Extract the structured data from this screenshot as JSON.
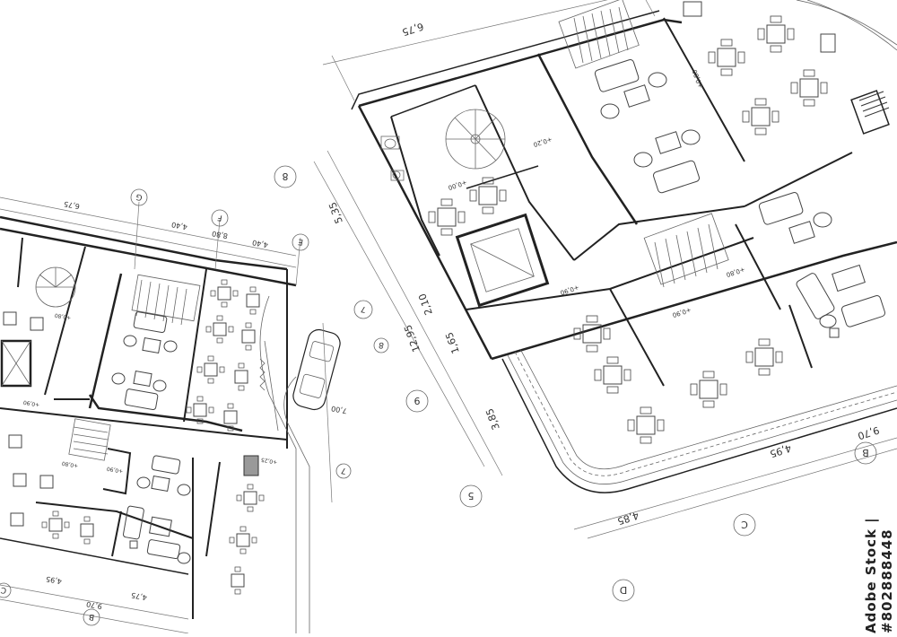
{
  "plan_right": {
    "dimensions": [
      "6,75",
      "5,35",
      "2,10",
      "12,95",
      "1,65",
      "3,85",
      "4,95",
      "4,85",
      "9,70"
    ],
    "grid_labels": [
      "8",
      "9",
      "5",
      "B",
      "C",
      "D"
    ],
    "levels": [
      "+0,00",
      "+0,20",
      "+0,80",
      "+0,90",
      "+0,80",
      "+0,90"
    ]
  },
  "plan_left": {
    "dimensions": [
      "6,75",
      "4,40",
      "8,80",
      "4,40",
      "7,00",
      "4,95",
      "9,70",
      "4,75"
    ],
    "grid_labels": [
      "G",
      "F",
      "E",
      "7",
      "8",
      "7",
      "B",
      "C"
    ],
    "levels": [
      "+0,80",
      "+0,90",
      "+0,80",
      "+0,90",
      "+0,25"
    ]
  },
  "stock_id": "Adobe Stock | #802888448"
}
